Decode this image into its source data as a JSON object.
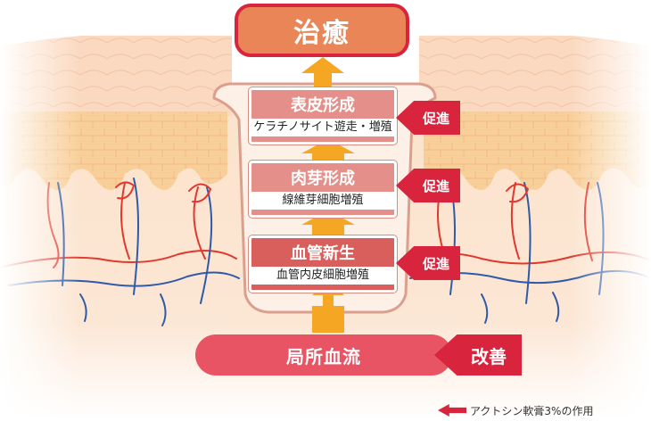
{
  "healing": {
    "label": "治癒"
  },
  "stages": [
    {
      "title": "表皮形成",
      "detail": "ケラチノサイト遊走・増殖",
      "effect": "促進"
    },
    {
      "title": "肉芽形成",
      "detail": "線維芽細胞増殖",
      "effect": "促進"
    },
    {
      "title": "血管新生",
      "detail": "血管内皮細胞増殖",
      "effect": "促進"
    }
  ],
  "local_blood_flow": {
    "label": "局所血流",
    "effect": "改善"
  },
  "legend": {
    "label": "アクトシン軟膏3%の作用"
  },
  "colors": {
    "accent_red": "#d8243c",
    "healing_fill": "#e98556",
    "stage_fill": "#e48f89",
    "blood_flow_fill": "#e95464",
    "up_arrow": "#f5a623",
    "artery": "#e2382d",
    "vein": "#2f5aa8"
  }
}
